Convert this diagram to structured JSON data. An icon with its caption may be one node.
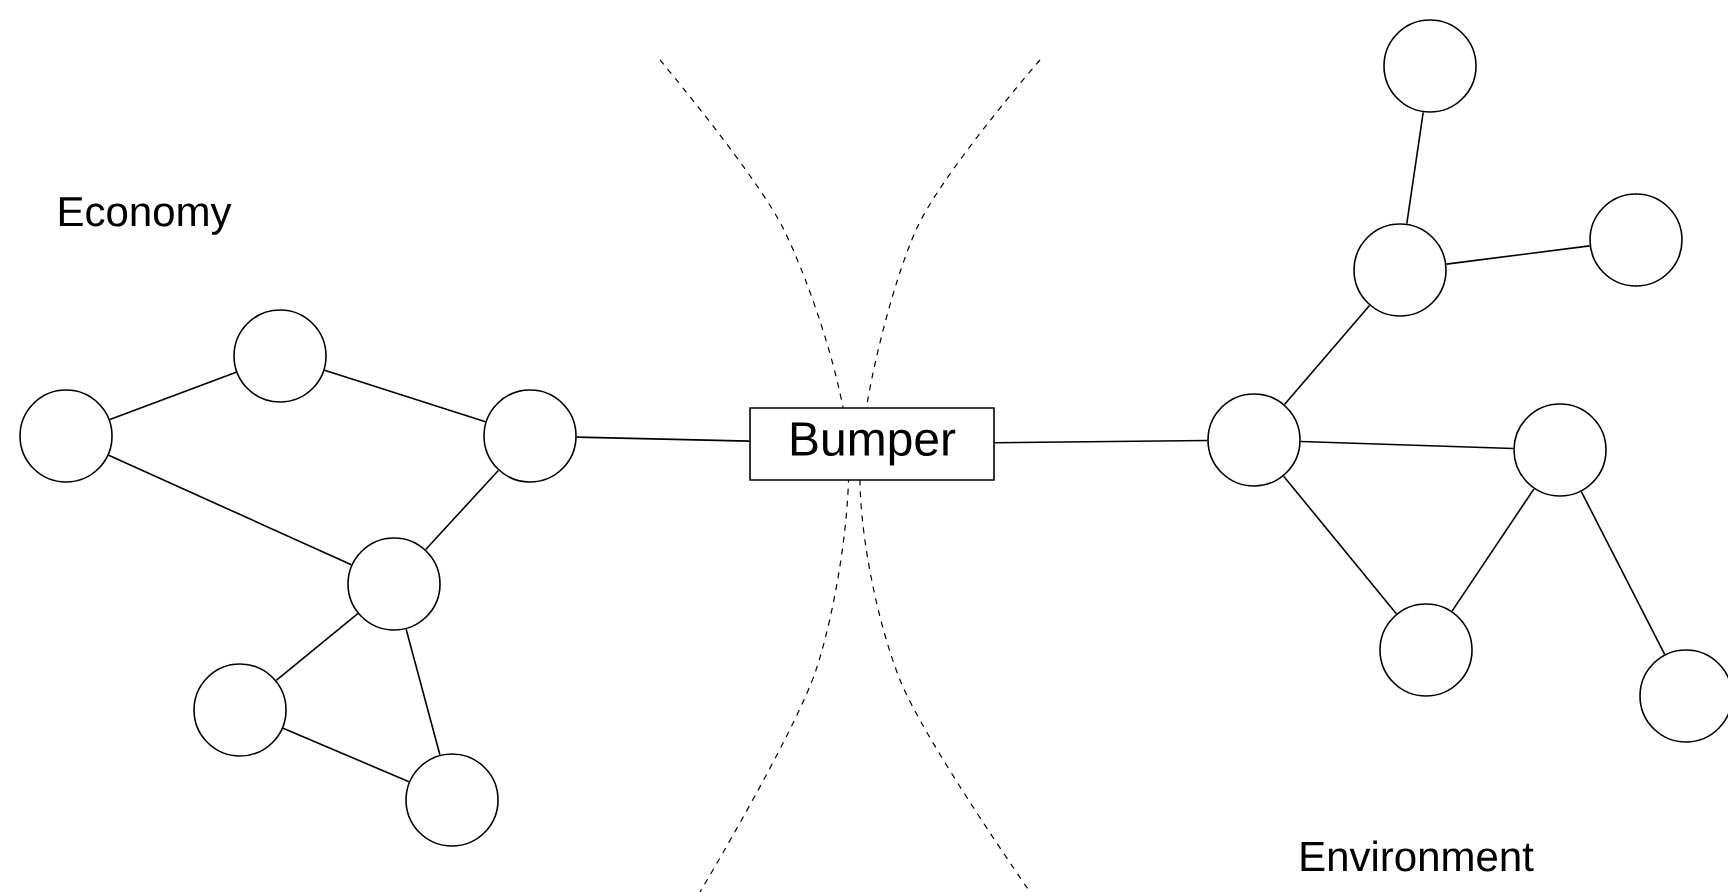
{
  "diagram": {
    "nodes": [
      {
        "text": [],
        "shape": "circle"
      },
      {
        "text": [],
        "shape": "circle"
      },
      {
        "text": [],
        "shape": "circle"
      },
      {
        "text": [],
        "shape": "circle"
      },
      {
        "text": [],
        "shape": "circle"
      },
      {
        "text": [],
        "shape": "circle"
      },
      {
        "text": [
          "Bumper"
        ]
      },
      {
        "text": [],
        "shape": "circle"
      },
      {
        "text": [],
        "shape": "circle"
      },
      {
        "text": [],
        "shape": "circle"
      },
      {
        "text": [],
        "shape": "circle"
      },
      {
        "text": [],
        "shape": "circle"
      },
      {
        "text": [],
        "shape": "circle"
      },
      {
        "text": [],
        "shape": "circle"
      }
    ],
    "edges": [
      {
        "from": 0,
        "to": 1,
        "arrow": "none"
      },
      {
        "from": 1,
        "to": 2,
        "arrow": "none"
      },
      {
        "from": 0,
        "to": 3,
        "arrow": "none"
      },
      {
        "from": 2,
        "to": 3,
        "arrow": "none"
      },
      {
        "from": 3,
        "to": 4,
        "arrow": "none"
      },
      {
        "from": 3,
        "to": 5,
        "arrow": "none"
      },
      {
        "from": 4,
        "to": 5,
        "arrow": "none"
      },
      {
        "from": 2,
        "to": 6,
        "arrow": "none"
      },
      {
        "from": 6,
        "to": 7,
        "arrow": "none"
      },
      {
        "from": 7,
        "to": 8,
        "arrow": "none"
      },
      {
        "from": 8,
        "to": 9,
        "arrow": "none"
      },
      {
        "from": 8,
        "to": 10,
        "arrow": "none"
      },
      {
        "from": 7,
        "to": 11,
        "arrow": "none"
      },
      {
        "from": 7,
        "to": 12,
        "arrow": "none"
      },
      {
        "from": 11,
        "to": 12,
        "arrow": "none"
      },
      {
        "from": 11,
        "to": 13,
        "arrow": "none"
      }
    ],
    "labels": [
      "Economy",
      "Environment"
    ]
  }
}
